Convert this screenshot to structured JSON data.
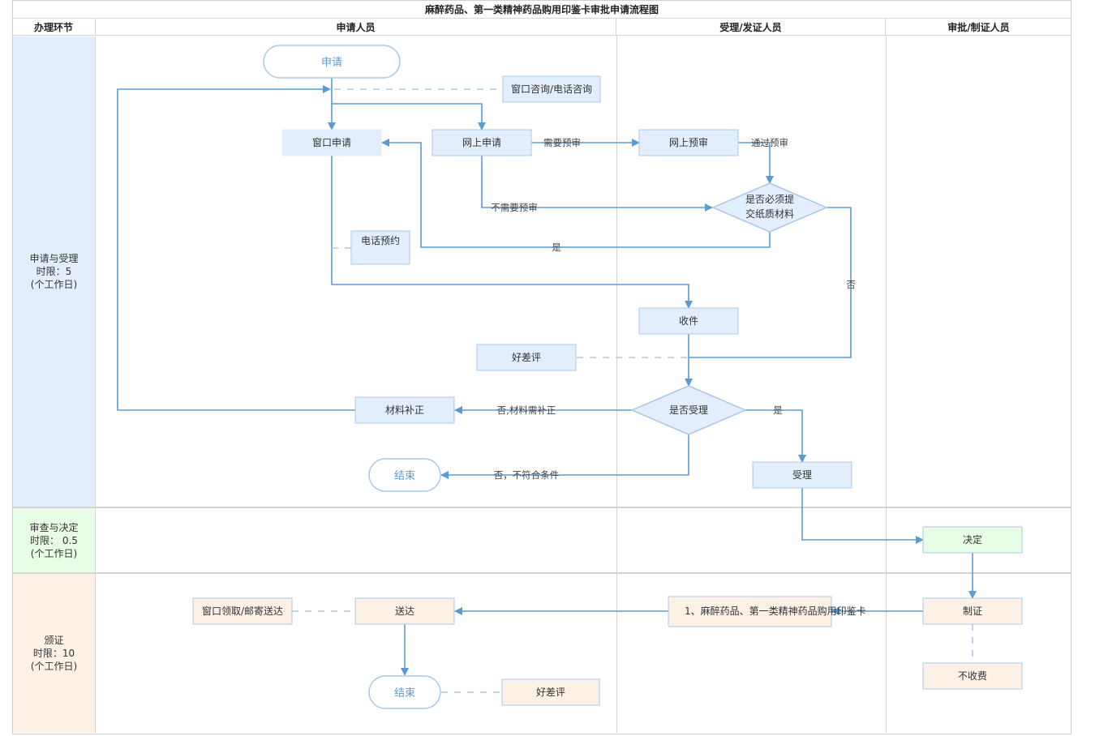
{
  "title": "麻醉药品、第一类精神药品购用印鉴卡审批申请流程图",
  "columns": {
    "stage": "办理环节",
    "applicant": "申请人员",
    "acceptor": "受理/发证人员",
    "approver": "审批/制证人员"
  },
  "lanes": [
    {
      "label": "申请与受理\n时限：5\n(个工作日)",
      "color": "#e3eefc"
    },
    {
      "label": "审查与决定\n时限： 0.5\n(个工作日)",
      "color": "#e8fde5"
    },
    {
      "label": "颁证\n时限：10\n(个工作日)",
      "color": "#fdf1e5"
    }
  ],
  "colors": {
    "edge": "#5b9bd5",
    "node_border": "#a9c8ea",
    "node_blue": "#e3eefc",
    "node_green": "#e8fde5",
    "node_orange": "#fdf1e5",
    "grid": "#d4d4d4"
  },
  "nodes": {
    "start": "申请",
    "consult": "窗口咨询/电话咨询",
    "window_apply": "窗口申请",
    "online_apply": "网上申请",
    "online_precheck": "网上预审",
    "must_paper": "是否必须提\n交纸质材料",
    "phone_booking": "电话预约",
    "receive": "收件",
    "rating1": "好差评",
    "accept_decision": "是否受理",
    "supplement": "材料补正",
    "end1": "结束",
    "accept": "受理",
    "decide": "决定",
    "make_cert": "制证",
    "cert_item": "1、麻醉药品、第一类精神药品购用印鉴卡",
    "no_fee": "不收费",
    "deliver": "送达",
    "pickup": "窗口领取/邮寄送达",
    "end2": "结束",
    "rating2": "好差评"
  },
  "edge_labels": {
    "need_precheck": "需要预审",
    "pass_precheck": "通过预审",
    "no_precheck": "不需要预审",
    "yes_paper": "是",
    "no_paper": "否",
    "no_supplement": "否,材料需补正",
    "yes_accept": "是",
    "no_unqualified": "否，不符合条件"
  }
}
